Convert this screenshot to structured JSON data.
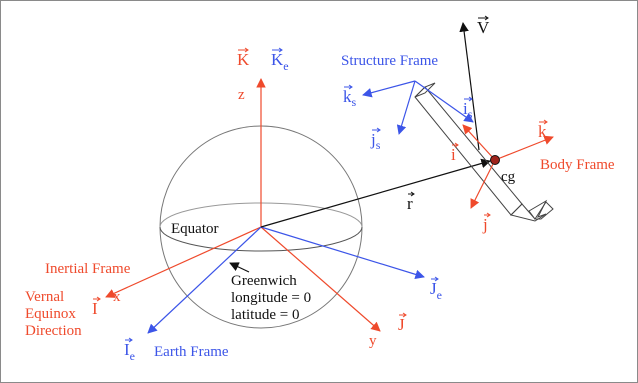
{
  "colors": {
    "inertial": "#ef4a2c",
    "earth": "#3c55e8",
    "structure": "#3c55e8",
    "body": "#ef4a2c",
    "black": "#111111",
    "sphere": "#777777"
  },
  "labels": {
    "structure_frame": "Structure Frame",
    "body_frame": "Body Frame",
    "inertial_frame": "Inertial Frame",
    "earth_frame": "Earth Frame",
    "equator": "Equator",
    "greenwich": "Greenwich",
    "longitude": "longitude = 0",
    "latitude": "latitude = 0",
    "vernal_line1": "Vernal",
    "vernal_line2": "Equinox",
    "vernal_line3": "Direction",
    "cg": "cg",
    "x": "x",
    "y": "y",
    "z": "z"
  },
  "vectors": {
    "K": "K",
    "Ke": "K",
    "Ke_sub": "e",
    "I": "I",
    "J": "J",
    "Ie": "I",
    "Ie_sub": "e",
    "Je": "J",
    "Je_sub": "e",
    "V": "V",
    "r": "r",
    "ks": "k",
    "ks_sub": "s",
    "js": "j",
    "js_sub": "s",
    "is": "i",
    "is_sub": "s",
    "i": "i",
    "j": "j",
    "k": "k"
  },
  "arrow_glyph": "⃗"
}
